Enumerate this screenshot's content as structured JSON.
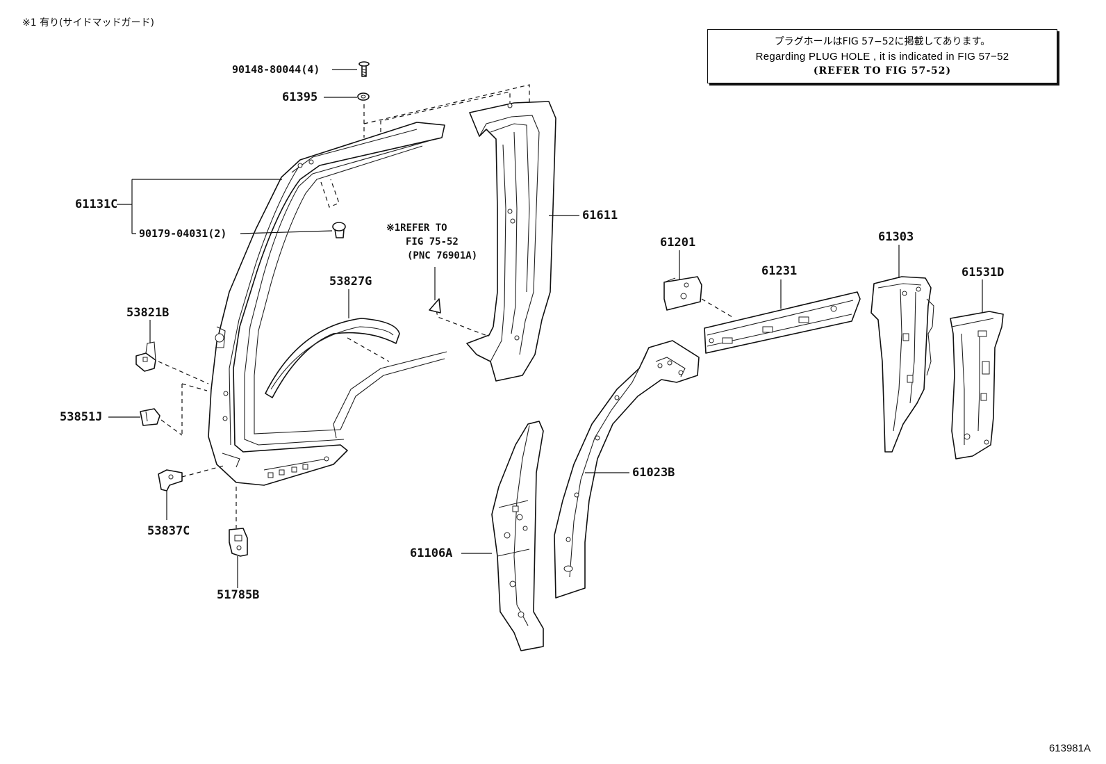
{
  "top_note": "※1 有り(サイドマッドガード)",
  "notice": {
    "line1": "プラグホールはFIG 57−52に掲載してあります。",
    "line2": "Regarding PLUG HOLE , it is indicated in FIG 57−52",
    "line3": "(REFER TO FIG 57-52)"
  },
  "refer_note": {
    "line1": "※1REFER TO",
    "line2": "FIG 75-52",
    "line3": "(PNC 76901A)"
  },
  "labels": {
    "bolt": "90148-80044(4)",
    "washer": "61395",
    "outer_panel": "61131C",
    "clip": "90179-04031(2)",
    "pillar_outer_rear": "61611",
    "wheel_moulding": "53827G",
    "bracket_a": "53821B",
    "bracket_b": "53851J",
    "bracket_c": "53837C",
    "bracket_d": "51785B",
    "reinf_small": "61201",
    "rail": "61231",
    "pillar_c": "61303",
    "pillar_d": "61531D",
    "pillar_inner_b": "61023B",
    "pillar_inner_a": "61106A"
  },
  "figure_code": "613981A"
}
